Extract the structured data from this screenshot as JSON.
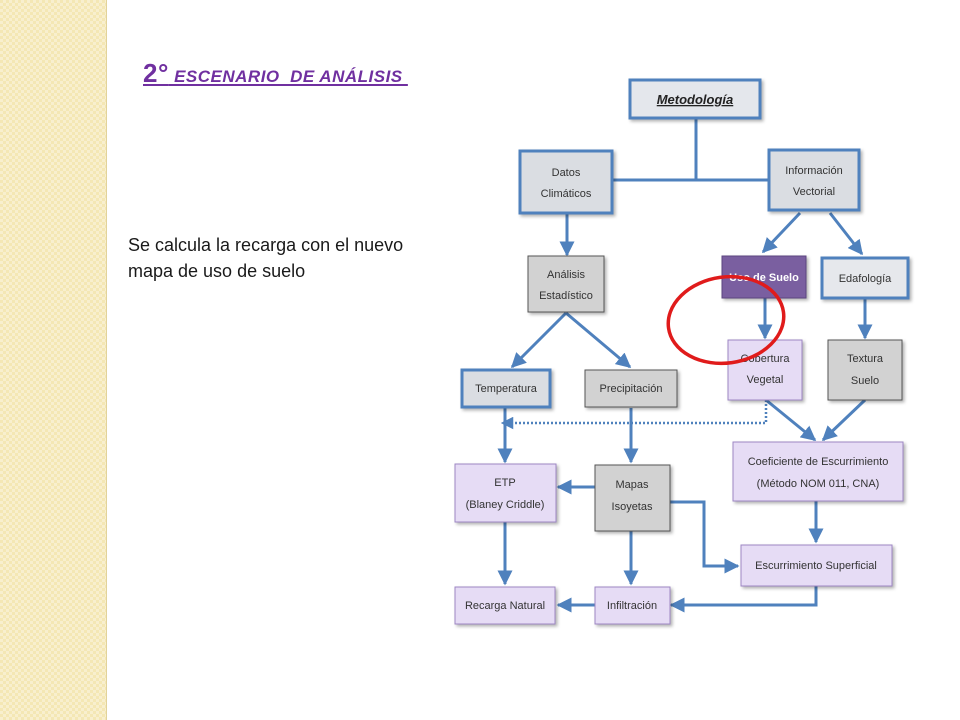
{
  "slide": {
    "title_number": "2°",
    "title_rest": " ESCENARIO  DE ANÁLISIS ",
    "body_line1": "Se calcula la recarga con el nuevo",
    "body_line2": "mapa de uso de suelo"
  },
  "colors": {
    "title": "#7030a0",
    "connector": "#4f81bd",
    "node_blue_border": "#4f81bd",
    "node_purple_fill": "#e6dcf5",
    "node_highlight_fill": "#7a5fa0",
    "node_gray_fill": "#dcdcdc",
    "circle": "#e01b1b"
  },
  "diagram": {
    "nodes": {
      "metodologia": {
        "lines": [
          "Metodología"
        ]
      },
      "datos_climaticos": {
        "lines": [
          "Datos",
          "Climáticos"
        ]
      },
      "informacion_vectorial": {
        "lines": [
          "Información",
          "Vectorial"
        ]
      },
      "analisis_estadistico": {
        "lines": [
          "Análisis",
          "Estadístico"
        ]
      },
      "uso_de_suelo": {
        "lines": [
          "Uso de Suelo"
        ]
      },
      "edafologia": {
        "lines": [
          "Edafología"
        ]
      },
      "temperatura": {
        "lines": [
          "Temperatura"
        ]
      },
      "precipitacion": {
        "lines": [
          "Precipitación"
        ]
      },
      "cobertura_vegetal": {
        "lines": [
          "Cobertura",
          "Vegetal"
        ]
      },
      "textura_suelo": {
        "lines": [
          "Textura",
          "Suelo"
        ]
      },
      "etp": {
        "lines": [
          "ETP",
          "(Blaney Criddle)"
        ]
      },
      "mapas_isoyetas": {
        "lines": [
          "Mapas",
          "Isoyetas"
        ]
      },
      "coeficiente": {
        "lines": [
          "Coeficiente de Escurrimiento",
          "(Método NOM 011, CNA)"
        ]
      },
      "escurrimiento": {
        "lines": [
          "Escurrimiento Superficial"
        ]
      },
      "recarga_natural": {
        "lines": [
          "Recarga Natural"
        ]
      },
      "infiltracion": {
        "lines": [
          "Infiltración"
        ]
      }
    }
  }
}
